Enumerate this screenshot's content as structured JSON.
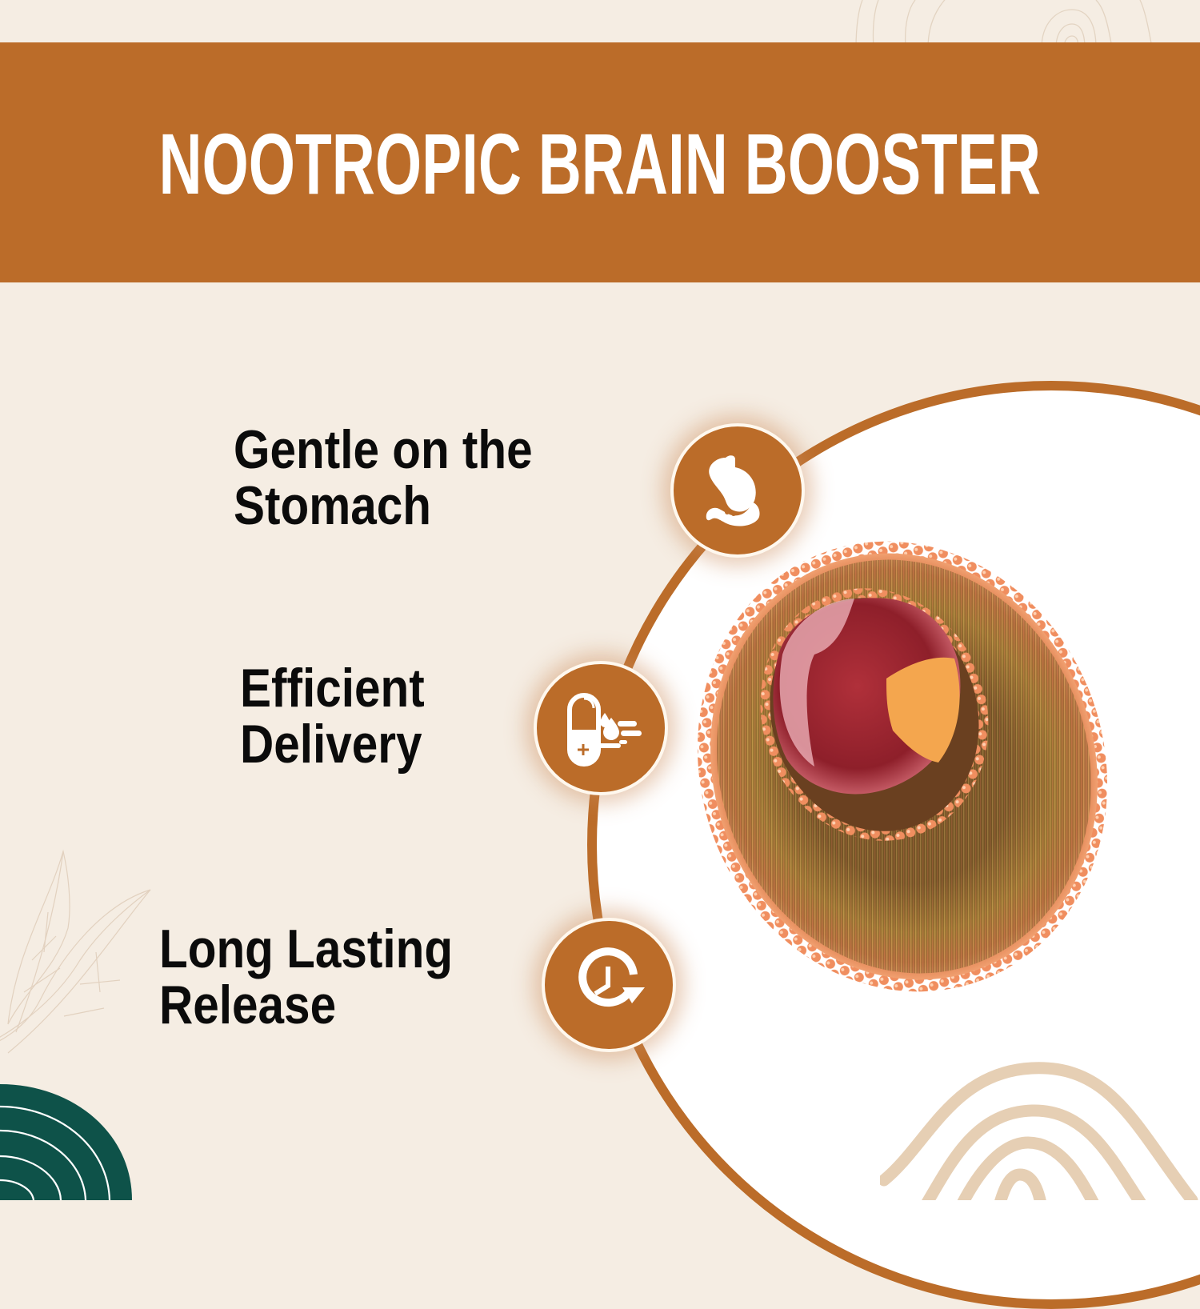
{
  "banner": {
    "title": "NOOTROPIC BRAIN BOOSTER"
  },
  "features": [
    {
      "lines": [
        "Gentle on the",
        "Stomach"
      ],
      "icon": "stomach-icon"
    },
    {
      "lines": [
        "Efficient",
        "Delivery"
      ],
      "icon": "capsule-delivery-icon"
    },
    {
      "lines": [
        "Long Lasting",
        "Release"
      ],
      "icon": "clock-refresh-icon"
    }
  ],
  "illustration": {
    "subject": "liposome-cross-section"
  },
  "colors": {
    "brand_orange": "#bb6c29",
    "background": "#f5ede3",
    "text": "#0b0b0b",
    "accent_green": "#0e5249",
    "line_tan": "#e6cfb4"
  }
}
